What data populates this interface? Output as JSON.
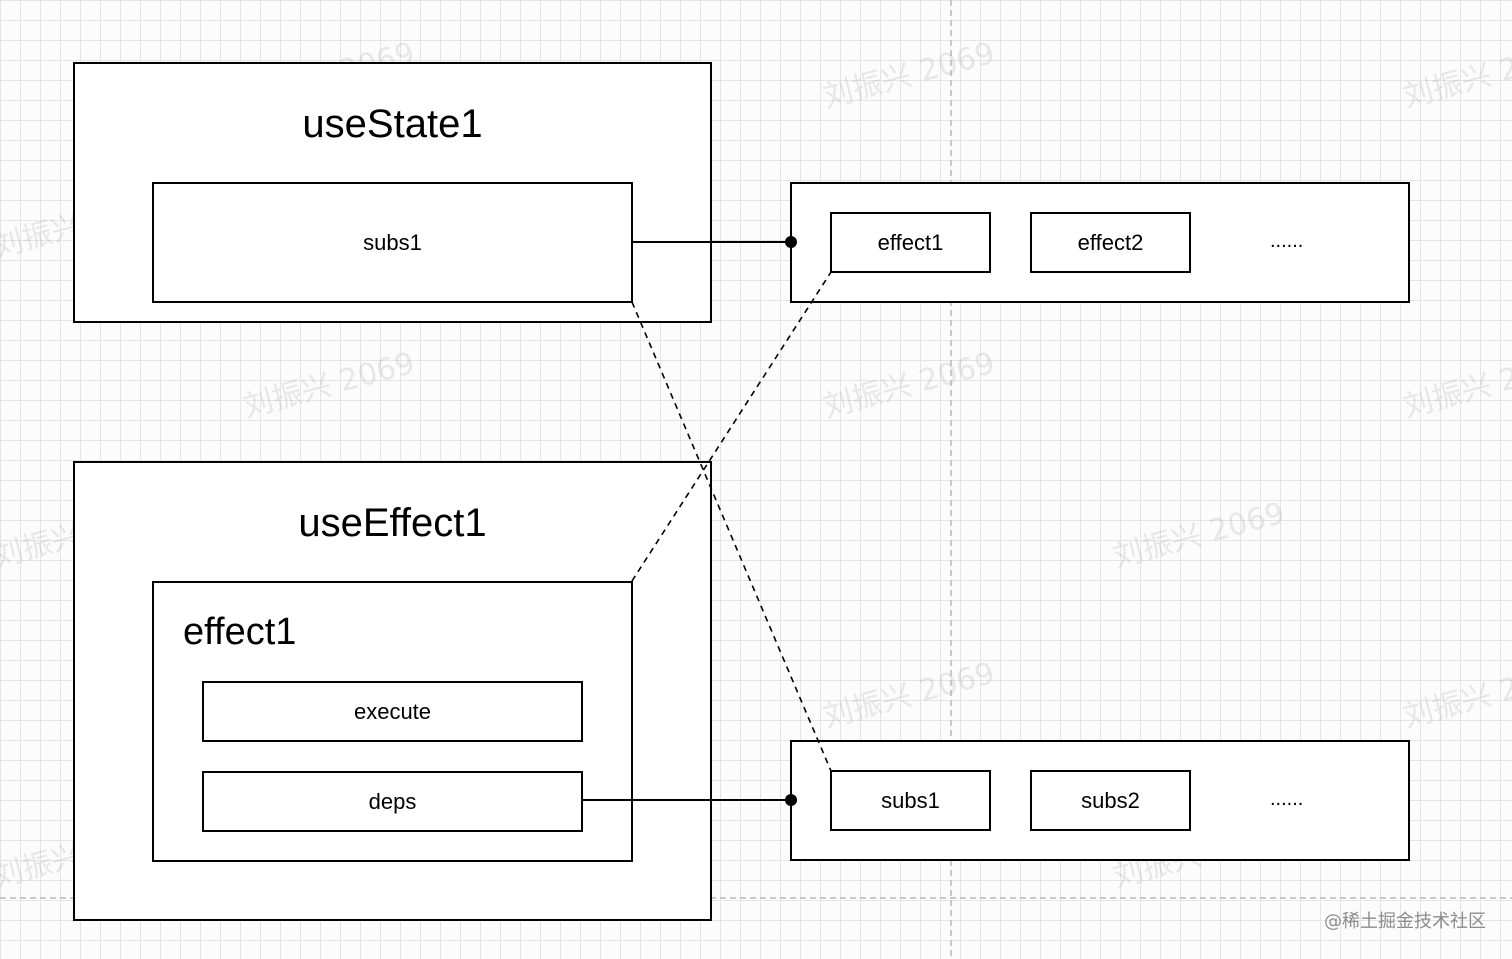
{
  "hooks": {
    "use_state": {
      "title": "useState1",
      "subs_label": "subs1"
    },
    "use_effect": {
      "title": "useEffect1",
      "effect_title": "effect1",
      "execute_label": "execute",
      "deps_label": "deps"
    }
  },
  "effects_list": {
    "items": [
      "effect1",
      "effect2"
    ],
    "ellipsis": "......"
  },
  "subs_list": {
    "items": [
      "subs1",
      "subs2"
    ],
    "ellipsis": "......"
  },
  "watermark_text": "刘振兴 2069",
  "credit": "@稀土掘金技术社区"
}
